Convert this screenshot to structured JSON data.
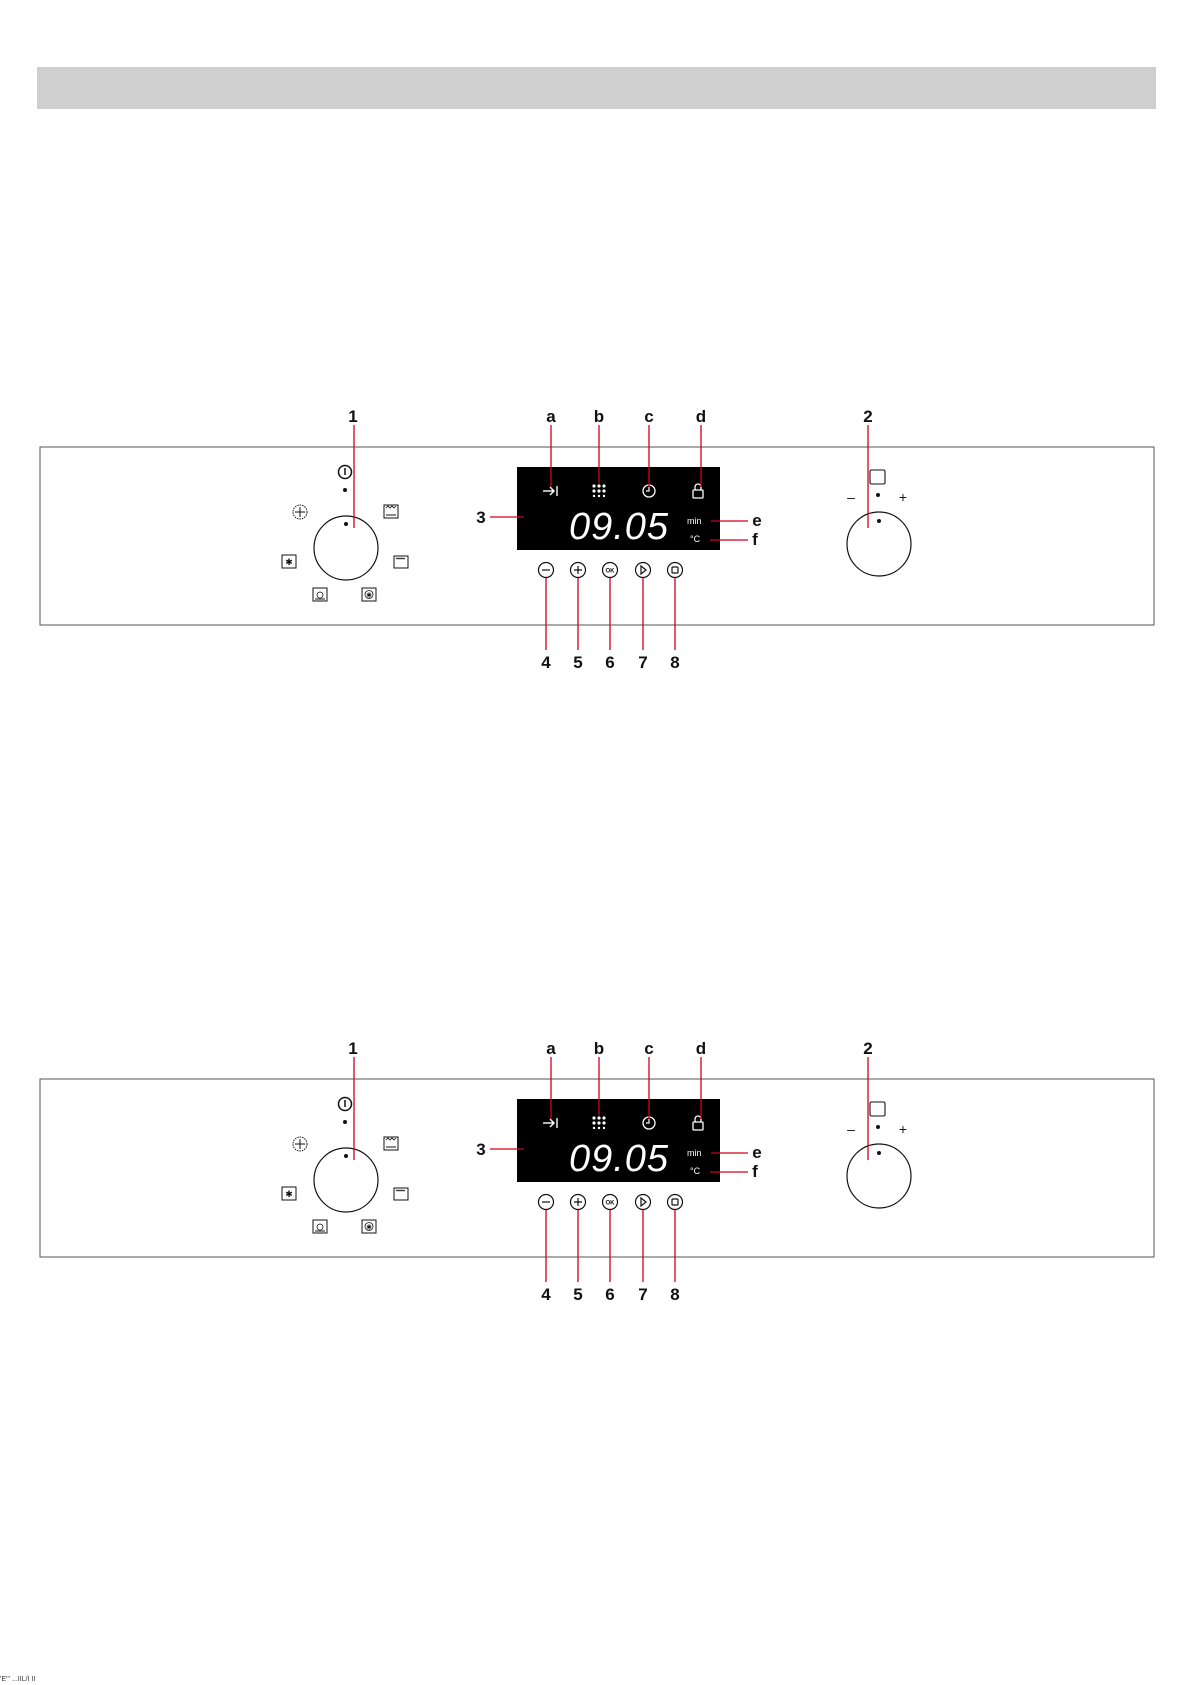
{
  "page": {
    "footer_text": "'E''' ...IIL/I II"
  },
  "figures": [
    {
      "display": {
        "time": "09.05",
        "unit_min": "min",
        "unit_celsius": "°C"
      },
      "knob_right": {
        "minus": "–",
        "plus": "+"
      },
      "buttons": {
        "ok": "OK"
      },
      "callouts": {
        "n1": "1",
        "n2": "2",
        "n3": "3",
        "a": "a",
        "b": "b",
        "c": "c",
        "d": "d",
        "e": "e",
        "f": "f",
        "n4": "4",
        "n5": "5",
        "n6": "6",
        "n7": "7",
        "n8": "8"
      },
      "icons": [
        "on-off-icon",
        "rotisserie-icon",
        "top-bottom-heat-icon",
        "bottom-heat-icon",
        "conventional-icon",
        "grill-fan-icon",
        "fan-icon",
        "timer-end-icon",
        "program-dots-icon",
        "clock-icon",
        "lock-icon",
        "minus-icon",
        "plus-icon",
        "ok-icon",
        "start-icon",
        "stop-icon",
        "light-icon"
      ],
      "colors": {
        "callout_line": "#d0021b",
        "display_bg": "#000000",
        "display_text": "#ffffff"
      }
    },
    {
      "display": {
        "time": "09.05",
        "unit_min": "min",
        "unit_celsius": "°C"
      },
      "knob_right": {
        "minus": "–",
        "plus": "+"
      },
      "buttons": {
        "ok": "OK"
      },
      "callouts": {
        "n1": "1",
        "n2": "2",
        "n3": "3",
        "a": "a",
        "b": "b",
        "c": "c",
        "d": "d",
        "e": "e",
        "f": "f",
        "n4": "4",
        "n5": "5",
        "n6": "6",
        "n7": "7",
        "n8": "8"
      },
      "icons": [
        "on-off-icon",
        "rotisserie-icon",
        "top-bottom-heat-icon",
        "bottom-heat-icon",
        "conventional-icon",
        "grill-fan-icon",
        "fan-icon",
        "timer-end-icon",
        "program-dots-icon",
        "clock-icon",
        "lock-icon",
        "minus-icon",
        "plus-icon",
        "ok-icon",
        "start-icon",
        "stop-icon",
        "light-icon"
      ],
      "colors": {
        "callout_line": "#d0021b",
        "display_bg": "#000000",
        "display_text": "#ffffff"
      }
    }
  ]
}
